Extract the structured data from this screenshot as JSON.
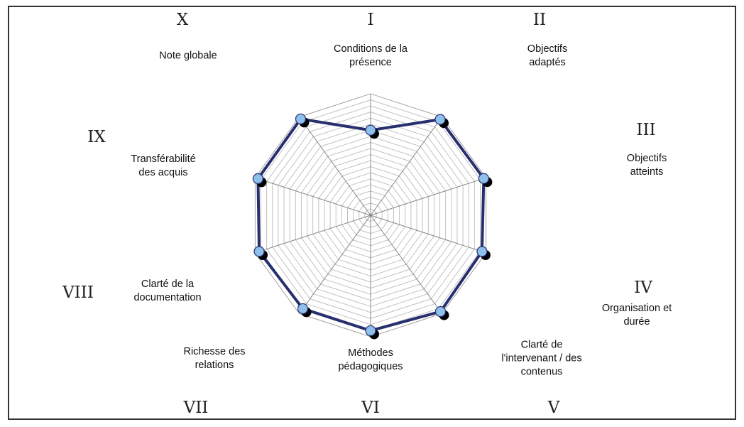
{
  "chart_data": {
    "type": "radar",
    "title": "",
    "scale_max": 20,
    "rings": 20,
    "axes": [
      {
        "numeral": "I",
        "label": "Conditions de la\nprésence",
        "value": 14
      },
      {
        "numeral": "II",
        "label": "Objectifs\nadaptés",
        "value": 19.5
      },
      {
        "numeral": "III",
        "label": "Objectifs\natteints",
        "value": 19.6
      },
      {
        "numeral": "IV",
        "label": "Organisation et\ndurée",
        "value": 19.3
      },
      {
        "numeral": "V",
        "label": "Clarté de\nl'intervenant / des\ncontenus",
        "value": 19.6
      },
      {
        "numeral": "VI",
        "label": "Méthodes\npédagogiques",
        "value": 19
      },
      {
        "numeral": "VII",
        "label": "Richesse des\nrelations",
        "value": 19
      },
      {
        "numeral": "VIII",
        "label": "Clarté de la\ndocumentation",
        "value": 19.3
      },
      {
        "numeral": "IX",
        "label": "Transférabilité\ndes acquis",
        "value": 19.5
      },
      {
        "numeral": "X",
        "label": "Note globale",
        "value": 19.6
      }
    ],
    "colors": {
      "line": "#27306e",
      "marker": "#8fc0ec",
      "shadow": "#000000",
      "grid": "#aaaaaa"
    }
  }
}
